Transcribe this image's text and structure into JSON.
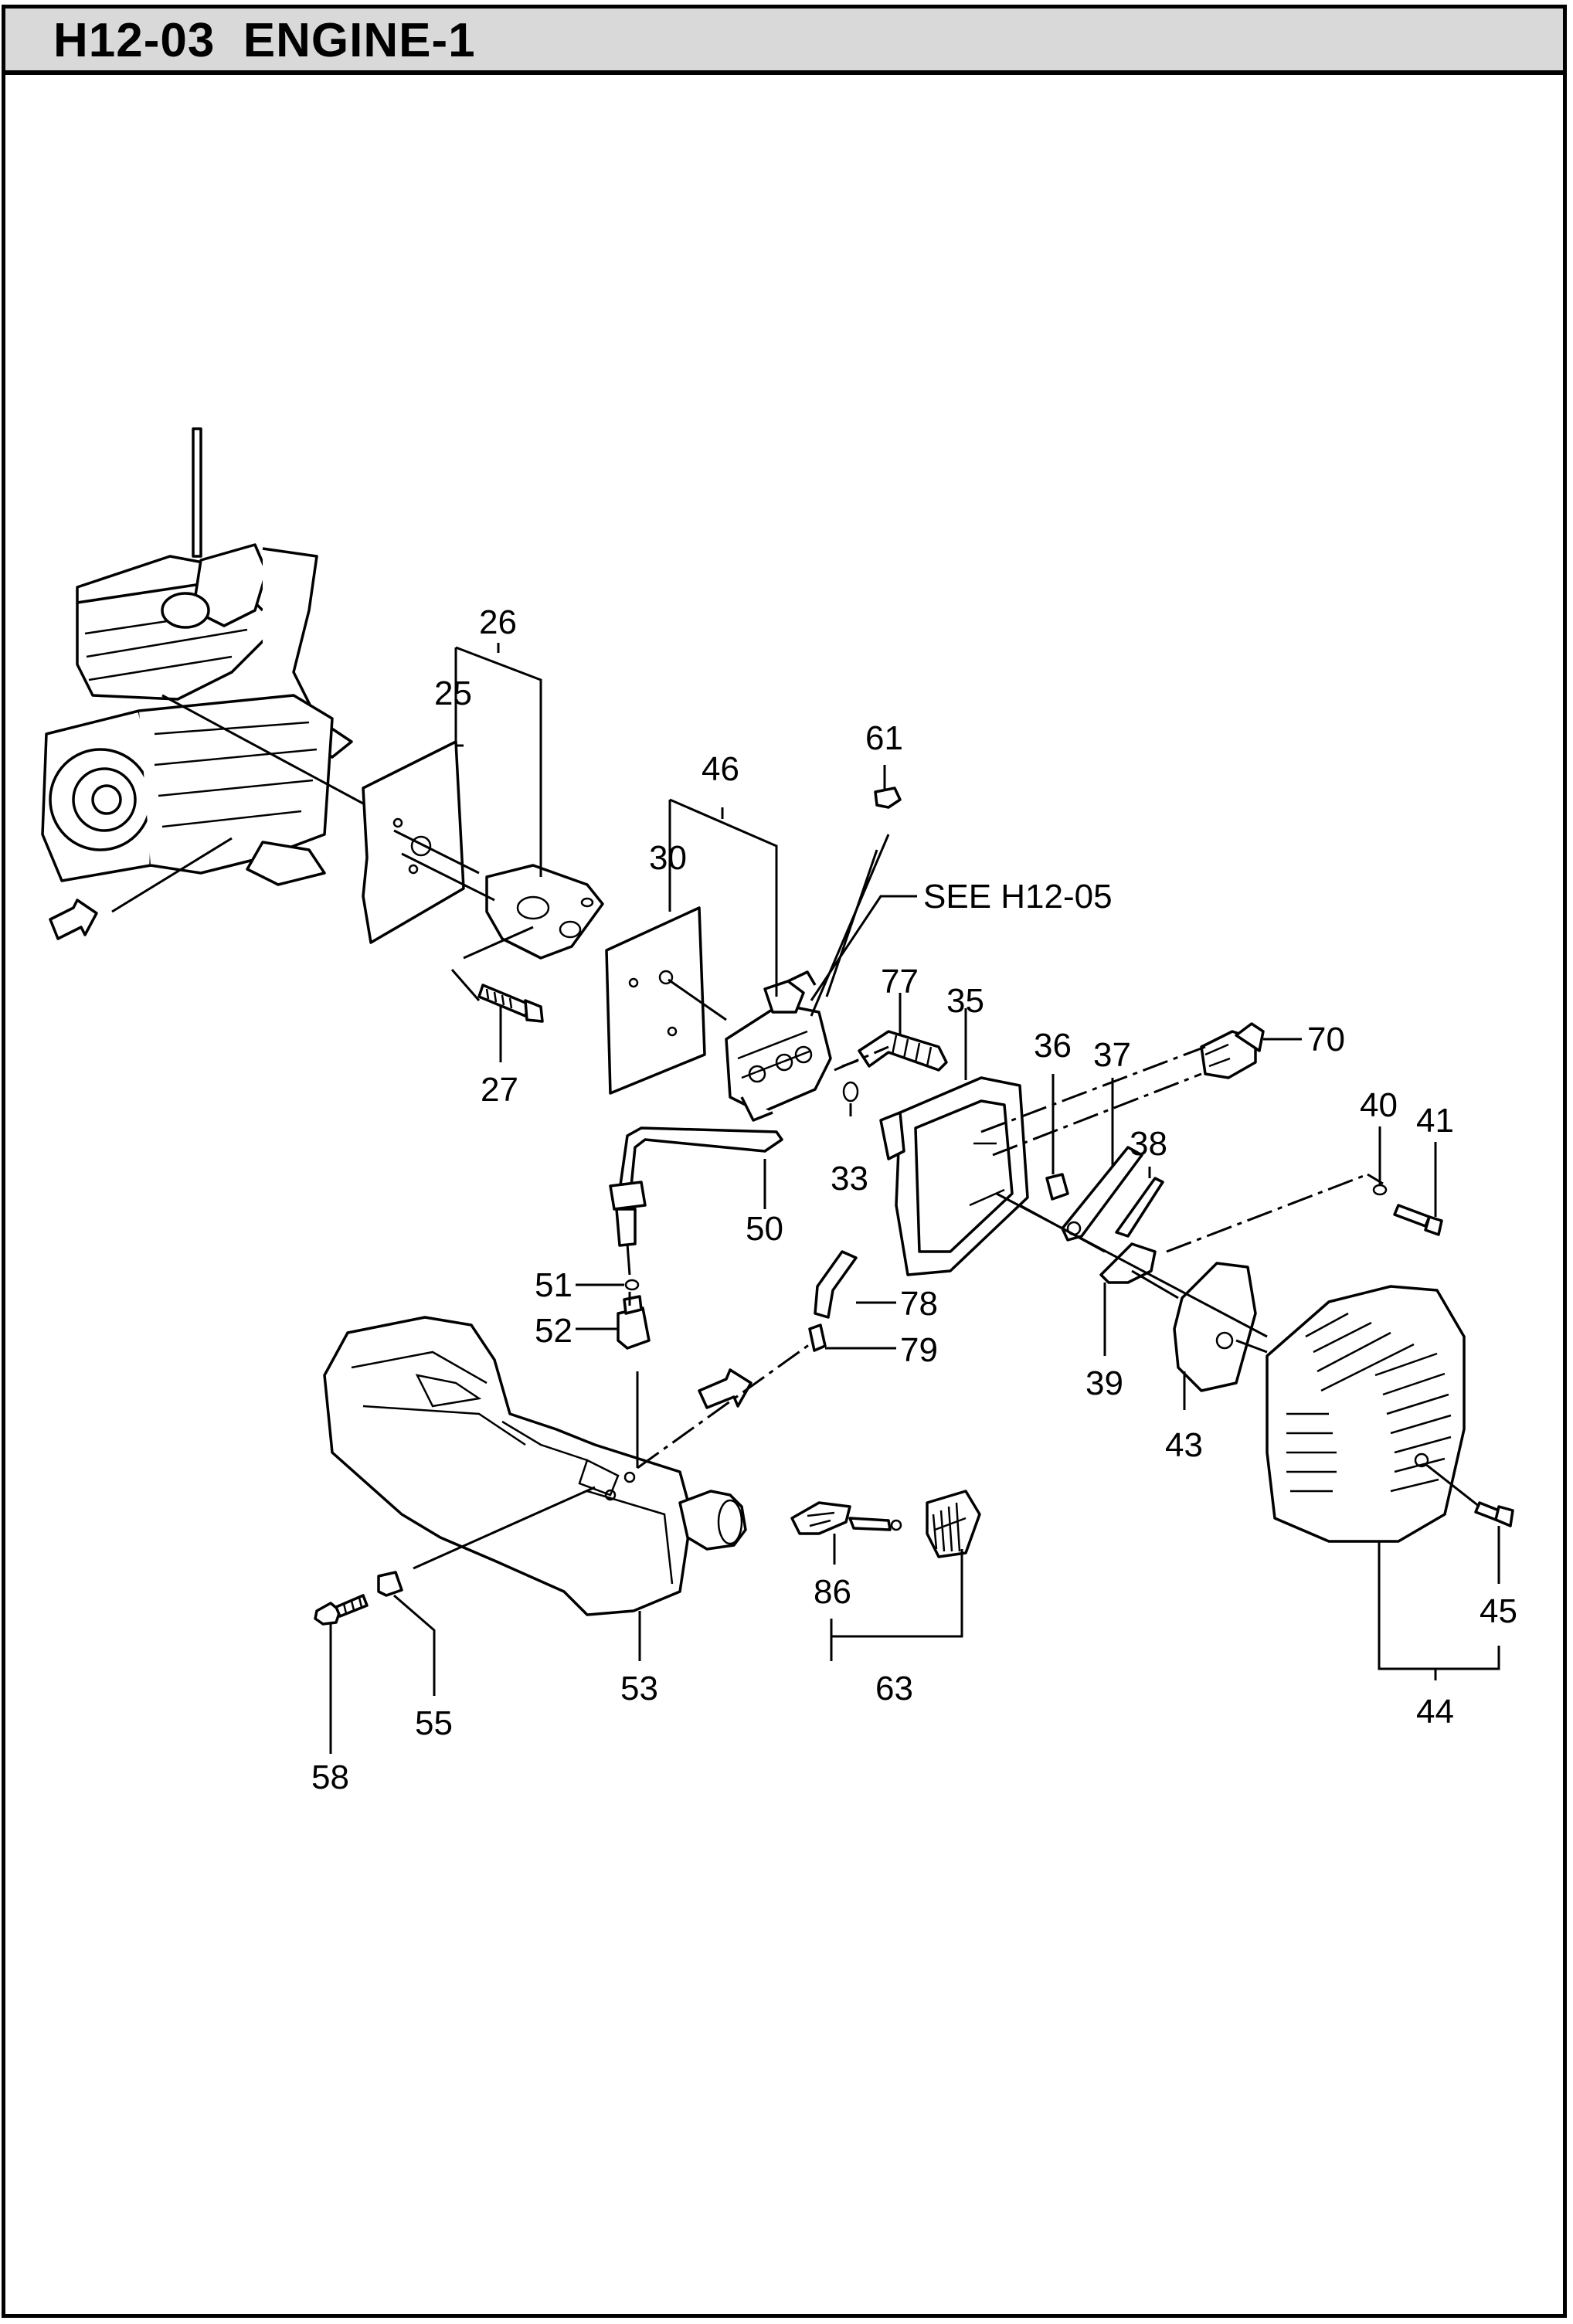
{
  "header": {
    "title": "H12-03  ENGINE-1"
  },
  "callouts": {
    "p26": "26",
    "p25": "25",
    "p27": "27",
    "p46": "46",
    "p30": "30",
    "p61": "61",
    "see_ref": "SEE H12-05",
    "p77": "77",
    "p35": "35",
    "p36": "36",
    "p37": "37",
    "p70": "70",
    "p38": "38",
    "p40": "40",
    "p41": "41",
    "p33": "33",
    "p50": "50",
    "p51": "51",
    "p52": "52",
    "p78": "78",
    "p79": "79",
    "p39": "39",
    "p43": "43",
    "p86": "86",
    "p63": "63",
    "p53": "53",
    "p55": "55",
    "p58": "58",
    "p45": "45",
    "p44": "44"
  },
  "colors": {
    "line": "#000000",
    "title_bg": "#d9d9d9",
    "page_bg": "#ffffff"
  }
}
